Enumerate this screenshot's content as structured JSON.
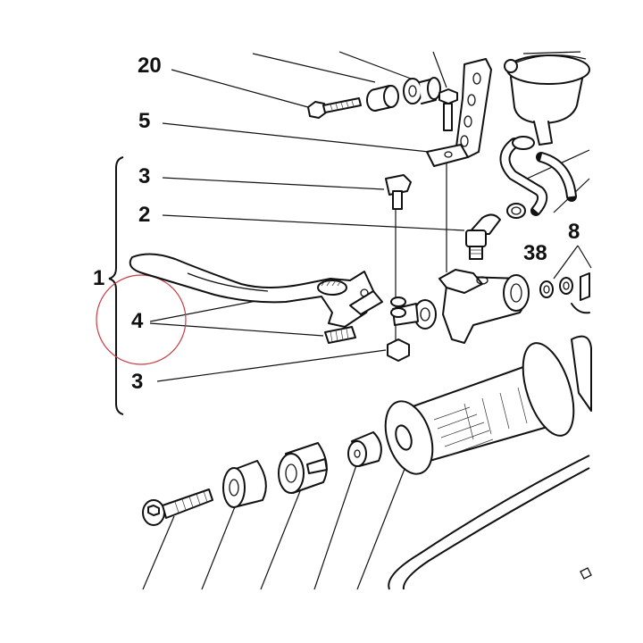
{
  "callouts": {
    "c20": "20",
    "c5": "5",
    "c3_top": "3",
    "c2": "2",
    "c1": "1",
    "c4": "4",
    "c3_bottom": "3",
    "c38": "38",
    "c8": "8"
  },
  "colors": {
    "ink": "#111111",
    "highlight_circle": "#c83c46",
    "background": "#ffffff"
  }
}
